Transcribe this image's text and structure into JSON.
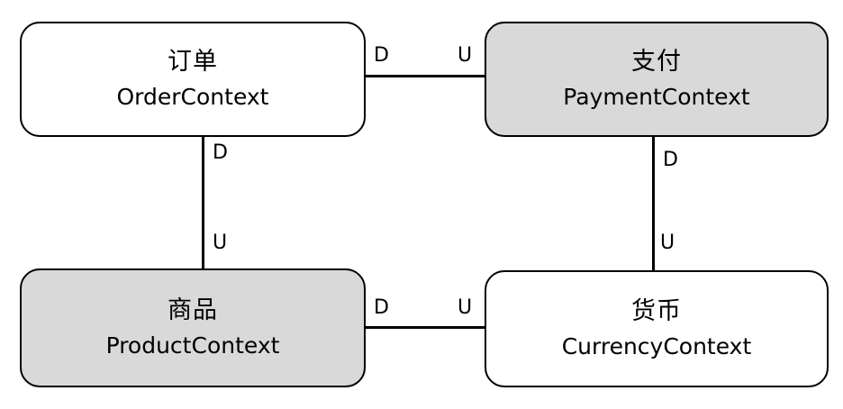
{
  "diagram": {
    "contexts": {
      "order": {
        "name_cn": "订单",
        "name_en": "OrderContext",
        "fill": "#ffffff"
      },
      "payment": {
        "name_cn": "支付",
        "name_en": "PaymentContext",
        "fill": "#d9d9d9"
      },
      "product": {
        "name_cn": "商品",
        "name_en": "ProductContext",
        "fill": "#d9d9d9"
      },
      "currency": {
        "name_cn": "货币",
        "name_en": "CurrencyContext",
        "fill": "#ffffff"
      }
    },
    "relations": {
      "order_payment": {
        "downstream": "D",
        "upstream": "U"
      },
      "order_product": {
        "downstream": "D",
        "upstream": "U"
      },
      "payment_currency": {
        "downstream": "D",
        "upstream": "U"
      },
      "product_currency": {
        "downstream": "D",
        "upstream": "U"
      }
    }
  }
}
